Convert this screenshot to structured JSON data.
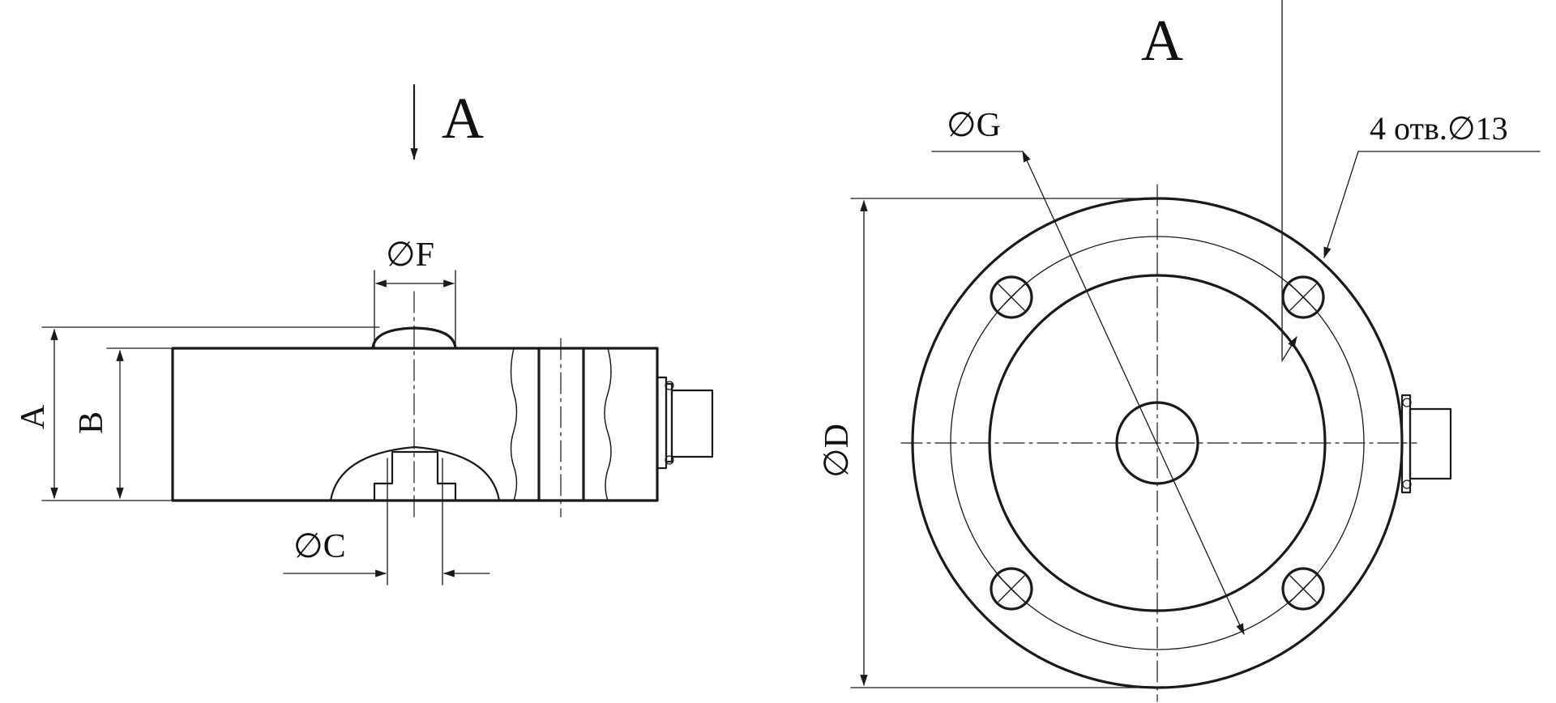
{
  "view_label": "A",
  "arrow_label": "A",
  "labels": {
    "dim_A": "A",
    "dim_B": "B",
    "dim_C": "∅C",
    "dim_F": "∅F",
    "dim_D": "∅D",
    "dim_G": "∅G",
    "holes_note": "4 отв.∅13"
  }
}
